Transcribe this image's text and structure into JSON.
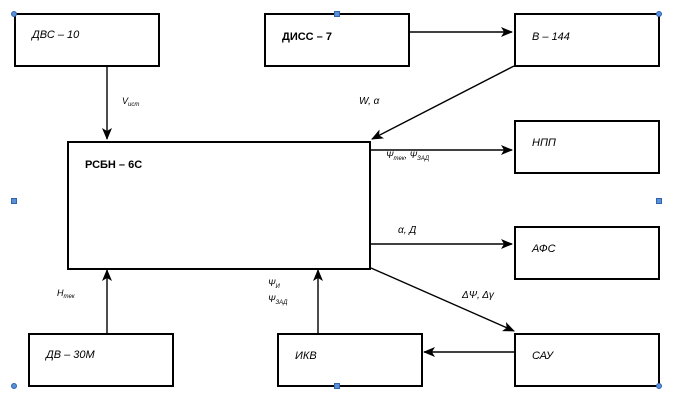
{
  "blocks": {
    "dvs": "ДВС – 10",
    "diss": "ДИСС – 7",
    "v144": "В – 144",
    "rsbn": "РСБН – 6С",
    "npp": "НПП",
    "afs": "АФС",
    "dv": "ДВ – 30М",
    "ikv": "ИКВ",
    "sau": "САУ"
  },
  "labels": {
    "v_main": "V",
    "v_sub": "ист",
    "w_alpha": "W, α",
    "psi1_main": "Ψ",
    "psi1_sub": "тек",
    "psi2_main": "Ψ",
    "psi2_sub": "ЗАД",
    "alpha_d": "α, Д",
    "h_main": "H",
    "h_sub": "тек",
    "psi_i_main": "Ψ",
    "psi_i_sub": "И",
    "psi_zad_main": "Ψ",
    "psi_zad_sub": "ЗАД",
    "delta": "ΔΨ, Δγ"
  },
  "colors": {
    "line": "#000000",
    "handle": "#5b8fd6"
  }
}
